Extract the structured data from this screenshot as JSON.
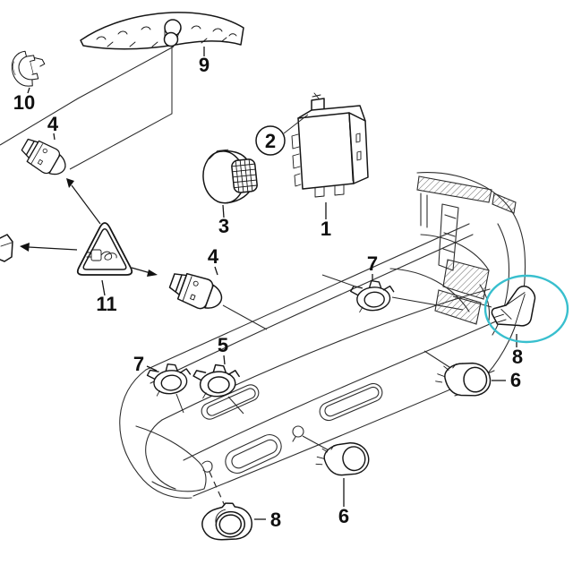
{
  "colors": {
    "background": "#ffffff",
    "line": "#161616",
    "highlight": "#38bfce"
  },
  "callouts": {
    "part1": "1",
    "part2": "2",
    "part3": "3",
    "part4_upper": "4",
    "part4_center": "4",
    "part5": "5",
    "part6_center": "6",
    "part6_right": "6",
    "part7_left": "7",
    "part7_right": "7",
    "part8_bottom": "8",
    "part8_right": "8",
    "part9": "9",
    "part10": "10",
    "part11": "11"
  },
  "highlight": {
    "encircled_callout": "8",
    "shape": "ellipse",
    "color": "#38bfce"
  }
}
